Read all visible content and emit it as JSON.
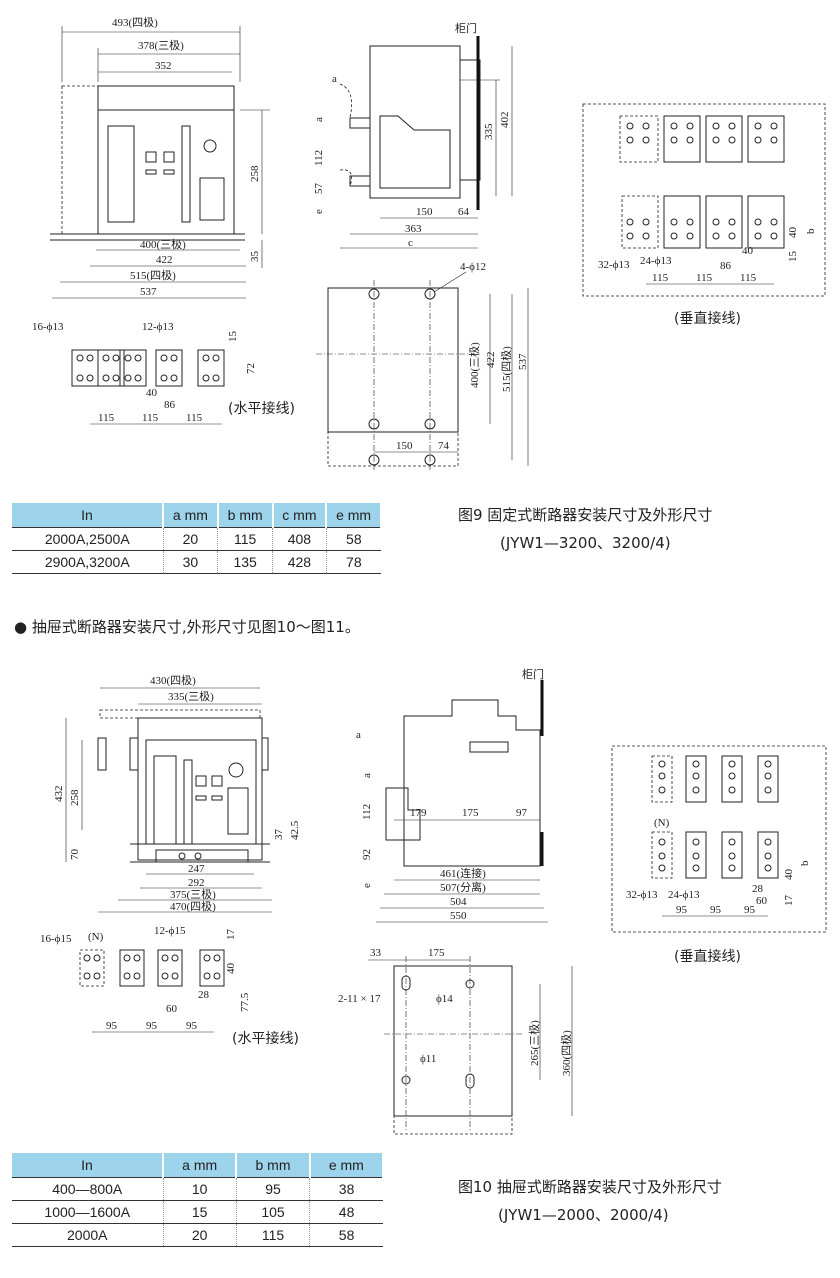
{
  "fig9": {
    "caption_title": "图9  固定式断路器安装尺寸及外形尺寸",
    "caption_model": "(JYW1—3200、3200/4)",
    "horizontal_label": "(水平接线)",
    "vertical_label": "(垂直接线)",
    "door_label": "柜门",
    "dims": {
      "w493": "493(四极)",
      "w378": "378(三极)",
      "w352": "352",
      "h258": "258",
      "h35": "35",
      "w400": "400(三极)",
      "w422": "422",
      "w515": "515(四极)",
      "w537": "537",
      "a": "a",
      "e": "e",
      "h112": "112",
      "h57": "57",
      "w150": "150",
      "w64": "64",
      "w363": "363",
      "c": "c",
      "h335": "335",
      "h402": "402",
      "holes4": "4-ϕ12",
      "v400": "400(三极)",
      "v422": "422",
      "v515": "515(四极)",
      "v537": "537",
      "b150": "150",
      "b74": "74",
      "h16": "16-ϕ13",
      "h12": "12-ϕ13",
      "h15": "15",
      "h72": "72",
      "h40": "40",
      "h86": "86",
      "s115a": "115",
      "s115b": "115",
      "s115c": "115",
      "v32": "32-ϕ13",
      "v24": "24-ϕ13",
      "v40": "40",
      "vb": "b",
      "v15": "15",
      "v40b": "40",
      "v86": "86",
      "vs115a": "115",
      "vs115b": "115",
      "vs115c": "115"
    },
    "table": {
      "headers": [
        "In",
        "a  mm",
        "b  mm",
        "c  mm",
        "e  mm"
      ],
      "rows": [
        [
          "2000A,2500A",
          "20",
          "115",
          "408",
          "58"
        ],
        [
          "2900A,3200A",
          "30",
          "135",
          "428",
          "78"
        ]
      ]
    }
  },
  "bullet_text": "抽屉式断路器安装尺寸,外形尺寸见图10～图11。",
  "fig10": {
    "caption_title": "图10  抽屉式断路器安装尺寸及外形尺寸",
    "caption_model": "(JYW1—2000、2000/4)",
    "horizontal_label": "(水平接线)",
    "vertical_label": "(垂直接线)",
    "door_label": "柜门",
    "dims": {
      "w430": "430(四极)",
      "w335": "335(三极)",
      "h432": "432",
      "h258": "258",
      "h70": "70",
      "h37": "37",
      "h425": "42.5",
      "w247": "247",
      "w292": "292",
      "w375": "375(三极)",
      "w470": "470(四极)",
      "a": "a",
      "a2": "a",
      "e": "e",
      "h112": "112",
      "h92": "92",
      "w179": "179",
      "w175": "175",
      "w97": "97",
      "w461": "461(连接)",
      "w507": "507(分离)",
      "w504": "504",
      "w550": "550",
      "t33": "33",
      "t175": "175",
      "slot": "2-11 × 17",
      "phi14": "ϕ14",
      "phi11": "ϕ11",
      "v265": "265(三极)",
      "v360": "360(四极)",
      "h16": "16-ϕ15",
      "hN": "(N)",
      "h12": "12-ϕ15",
      "h17": "17",
      "h40": "40",
      "h28": "28",
      "h60": "60",
      "h775": "77.5",
      "s95a": "95",
      "s95b": "95",
      "s95c": "95",
      "vN": "(N)",
      "v32": "32-ϕ13",
      "v24": "24-ϕ13",
      "vb": "b",
      "v40": "40",
      "v28": "28",
      "v60": "60",
      "v17": "17",
      "vs95a": "95",
      "vs95b": "95",
      "vs95c": "95"
    },
    "table": {
      "headers": [
        "In",
        "a  mm",
        "b  mm",
        "e  mm"
      ],
      "rows": [
        [
          "400—800A",
          "10",
          "95",
          "38"
        ],
        [
          "1000—1600A",
          "15",
          "105",
          "48"
        ],
        [
          "2000A",
          "20",
          "115",
          "58"
        ]
      ]
    }
  },
  "colors": {
    "table_header": "#9ed3ec",
    "line": "#222222",
    "door": "#111111"
  }
}
